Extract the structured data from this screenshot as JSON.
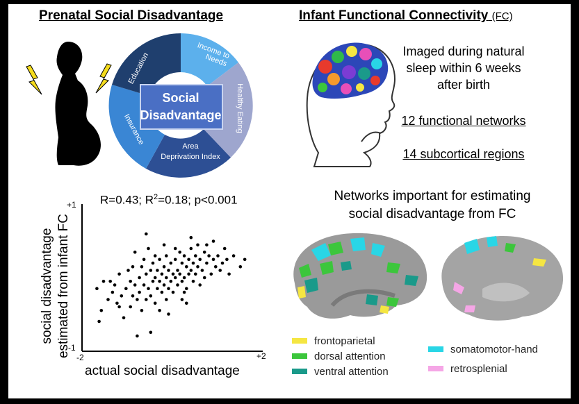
{
  "panels": {
    "prenatal": {
      "title": "Prenatal Social Disadvantage",
      "wheel": {
        "center": [
          "Social",
          "Disadvantage"
        ],
        "segments": [
          "Income to Needs",
          "Healthy Eating",
          "Area Deprivation Index",
          "Insurance",
          "Education"
        ]
      }
    },
    "fc": {
      "title": "Infant Functional Connectivity",
      "title_suffix": "(FC)",
      "lines": [
        "Imaged during natural",
        "sleep within 6 weeks",
        "after birth"
      ],
      "networks": "12 functional networks",
      "regions": "14 subcortical regions"
    },
    "scatter": {
      "stat_r": "R=0.43; R",
      "stat_sup": "2",
      "stat_rest": "=0.18; p<0.001",
      "y_top": "+1",
      "y_bottom": "-1",
      "x_left": "-2",
      "x_right": "+2",
      "xlabel": "actual social disadvantage",
      "ylabel_1": "social disadvantage",
      "ylabel_2": "estimated from infant FC"
    },
    "networks": {
      "title_1": "Networks important for estimating",
      "title_2": "social disadvantage from FC",
      "legend": [
        {
          "label": "frontoparietal",
          "color": "#f5e642"
        },
        {
          "label": "dorsal attention",
          "color": "#3cc63c"
        },
        {
          "label": "ventral attention",
          "color": "#1a9a8a"
        },
        {
          "label": "somatomotor-hand",
          "color": "#29d6e6"
        },
        {
          "label": "retrosplenial",
          "color": "#f5a6e6"
        }
      ]
    }
  },
  "colors": {
    "wheel_dark": "#1f3f6e",
    "wheel_mid": "#3a74c4",
    "wheel_light": "#5cb0ec",
    "wheel_gray": "#9ea6ce",
    "wheel_center": "#4a6fc4"
  },
  "chart_data": {
    "type": "scatter",
    "title": "R=0.43; R2=0.18; p<0.001",
    "xlabel": "actual social disadvantage",
    "ylabel": "social disadvantage estimated from infant FC",
    "xlim": [
      -2,
      2
    ],
    "ylim": [
      -1,
      1
    ],
    "grid": false,
    "points": [
      [
        -1.55,
        -0.05
      ],
      [
        -1.7,
        -0.15
      ],
      [
        -1.65,
        -0.6
      ],
      [
        -1.45,
        -0.3
      ],
      [
        -1.35,
        -0.2
      ],
      [
        -1.3,
        -0.1
      ],
      [
        -1.25,
        -0.35
      ],
      [
        -1.2,
        0.05
      ],
      [
        -1.15,
        -0.25
      ],
      [
        -1.1,
        -0.55
      ],
      [
        -1.05,
        -0.15
      ],
      [
        -1.0,
        0.1
      ],
      [
        -0.95,
        -0.4
      ],
      [
        -0.95,
        -0.05
      ],
      [
        -0.9,
        -0.25
      ],
      [
        -0.85,
        0.35
      ],
      [
        -0.85,
        -0.1
      ],
      [
        -0.8,
        -0.3
      ],
      [
        -0.75,
        0.0
      ],
      [
        -0.75,
        -0.2
      ],
      [
        -0.7,
        -0.45
      ],
      [
        -0.7,
        0.15
      ],
      [
        -0.65,
        -0.1
      ],
      [
        -0.6,
        0.05
      ],
      [
        -0.6,
        -0.3
      ],
      [
        -0.55,
        -0.15
      ],
      [
        -0.5,
        0.1
      ],
      [
        -0.5,
        -0.25
      ],
      [
        -0.45,
        0.2
      ],
      [
        -0.45,
        -0.05
      ],
      [
        -0.4,
        -0.35
      ],
      [
        -0.4,
        0.0
      ],
      [
        -0.35,
        0.1
      ],
      [
        -0.35,
        -0.15
      ],
      [
        -0.3,
        0.25
      ],
      [
        -0.3,
        -0.05
      ],
      [
        -0.25,
        -0.2
      ],
      [
        -0.25,
        0.05
      ],
      [
        -0.2,
        0.15
      ],
      [
        -0.2,
        -0.1
      ],
      [
        -0.15,
        0.3
      ],
      [
        -0.15,
        0.0
      ],
      [
        -0.1,
        -0.15
      ],
      [
        -0.1,
        0.1
      ],
      [
        -0.05,
        0.2
      ],
      [
        -0.05,
        -0.05
      ],
      [
        0.0,
        0.05
      ],
      [
        0.0,
        -0.2
      ],
      [
        0.05,
        0.25
      ],
      [
        0.05,
        0.0
      ],
      [
        0.1,
        0.1
      ],
      [
        0.1,
        -0.1
      ],
      [
        0.15,
        0.35
      ],
      [
        0.15,
        0.05
      ],
      [
        0.2,
        -0.05
      ],
      [
        0.2,
        0.2
      ],
      [
        0.25,
        0.0
      ],
      [
        0.25,
        0.3
      ],
      [
        0.3,
        0.15
      ],
      [
        0.3,
        -0.15
      ],
      [
        0.35,
        0.05
      ],
      [
        0.35,
        0.25
      ],
      [
        0.4,
        0.4
      ],
      [
        0.4,
        0.1
      ],
      [
        0.45,
        -0.05
      ],
      [
        0.45,
        0.2
      ],
      [
        0.5,
        0.3
      ],
      [
        0.5,
        0.05
      ],
      [
        0.55,
        0.15
      ],
      [
        0.6,
        0.25
      ],
      [
        0.6,
        -0.1
      ],
      [
        0.65,
        0.1
      ],
      [
        0.7,
        0.35
      ],
      [
        0.7,
        0.0
      ],
      [
        0.75,
        0.2
      ],
      [
        0.8,
        0.3
      ],
      [
        0.85,
        0.05
      ],
      [
        0.9,
        0.25
      ],
      [
        0.95,
        0.15
      ],
      [
        1.0,
        0.3
      ],
      [
        1.05,
        0.1
      ],
      [
        1.1,
        0.2
      ],
      [
        1.2,
        0.25
      ],
      [
        1.25,
        0.05
      ],
      [
        1.35,
        0.3
      ],
      [
        1.5,
        0.15
      ],
      [
        -0.6,
        0.6
      ],
      [
        0.4,
        0.55
      ],
      [
        -0.2,
        0.45
      ],
      [
        0.9,
        0.5
      ],
      [
        -1.4,
        -0.05
      ],
      [
        -0.5,
        -0.75
      ],
      [
        -0.1,
        -0.5
      ],
      [
        0.3,
        -0.35
      ],
      [
        -0.8,
        -0.8
      ],
      [
        -0.3,
        -0.45
      ],
      [
        0.2,
        -0.3
      ],
      [
        -1.6,
        -0.45
      ],
      [
        1.6,
        0.25
      ],
      [
        -0.65,
        0.25
      ],
      [
        0.55,
        0.45
      ],
      [
        -0.4,
        0.3
      ],
      [
        0.75,
        0.45
      ],
      [
        -0.15,
        -0.3
      ],
      [
        0.05,
        0.4
      ],
      [
        -0.9,
        0.15
      ],
      [
        -1.2,
        -0.4
      ],
      [
        1.15,
        0.4
      ],
      [
        -0.55,
        0.4
      ],
      [
        0.25,
        -0.2
      ]
    ]
  }
}
